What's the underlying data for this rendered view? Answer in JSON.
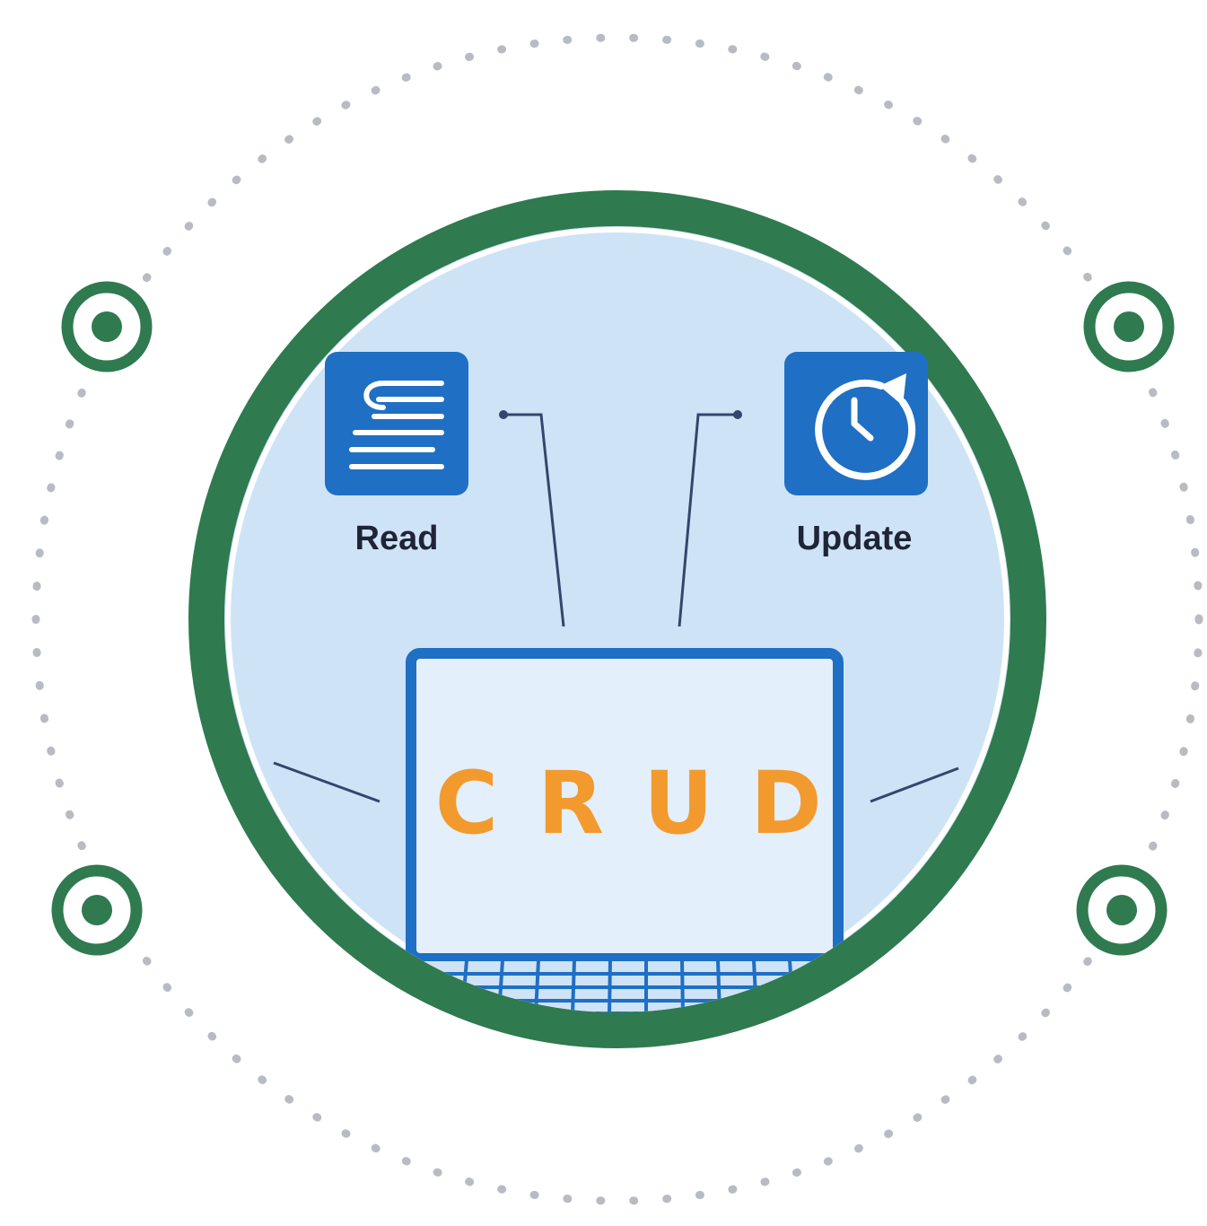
{
  "diagram": {
    "center_word": [
      "C",
      "R",
      "U",
      "D"
    ],
    "cards": {
      "read": {
        "label": "Read",
        "icon": "document-lines-icon"
      },
      "update": {
        "label": "Update",
        "icon": "clock-refresh-icon"
      }
    }
  },
  "colors": {
    "ring_green": "#2f7a4f",
    "circle_fill": "#cfe3f7",
    "card_blue": "#1f6fc4",
    "screen_fill": "#e3effb",
    "crud_orange": "#f29a2e",
    "dot_gray": "#b8bcc2",
    "connector_line": "#36456b"
  }
}
